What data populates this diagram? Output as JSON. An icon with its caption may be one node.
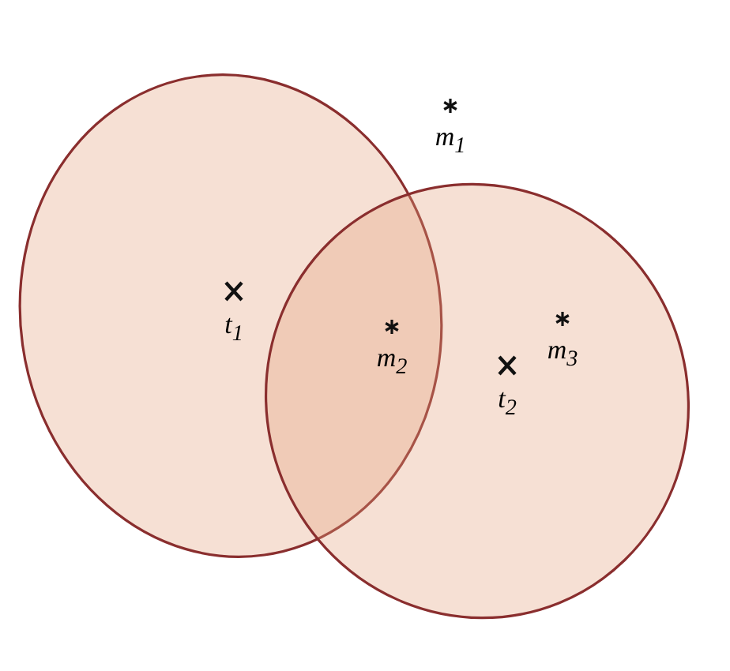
{
  "diagram": {
    "nodes": [
      {
        "text": [],
        "shape": "ellipse"
      },
      {
        "text": [],
        "shape": "ellipse"
      }
    ],
    "labels": [
      "m$_{1}$",
      "t$_{1}$",
      "m$_{2}$",
      "m$_{3}$",
      "t$_{2}$"
    ]
  }
}
